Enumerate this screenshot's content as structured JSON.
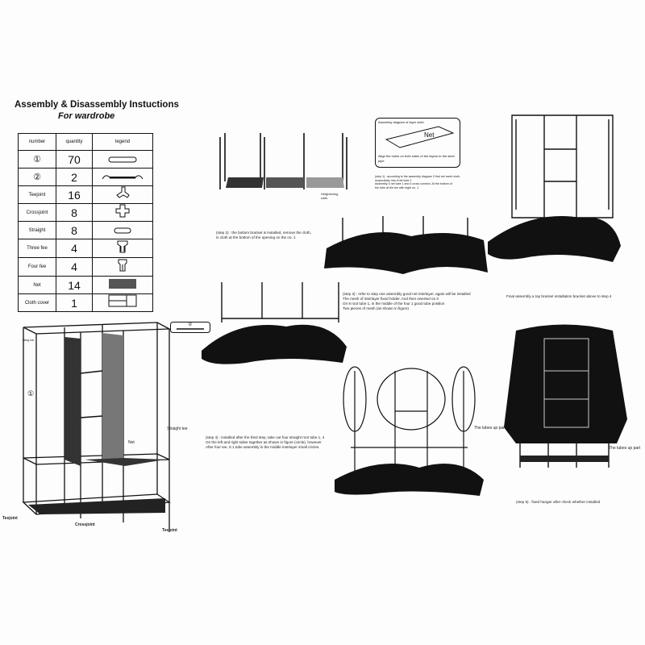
{
  "header": {
    "title": "Assembly & Disassembly Instuctions",
    "subtitle": "For wardrobe"
  },
  "parts_table": {
    "columns": [
      "number",
      "quantity",
      "legend"
    ],
    "rows": [
      {
        "number": "①",
        "quantity": "70",
        "legend_icon": "long-tube-icon"
      },
      {
        "number": "②",
        "quantity": "2",
        "legend_icon": "hanger-rod-icon"
      },
      {
        "number": "Teejoint",
        "quantity": "16",
        "legend_icon": "tee-joint-icon"
      },
      {
        "number": "Crossjoint",
        "quantity": "8",
        "legend_icon": "cross-joint-icon"
      },
      {
        "number": "Straight",
        "quantity": "8",
        "legend_icon": "straight-tube-icon"
      },
      {
        "number": "Three fee",
        "quantity": "4",
        "legend_icon": "three-foot-icon"
      },
      {
        "number": "Four fee",
        "quantity": "4",
        "legend_icon": "four-foot-icon"
      },
      {
        "number": "Net",
        "quantity": "14",
        "legend_icon": "net-icon"
      },
      {
        "number": "Cloth cover",
        "quantity": "1",
        "legend_icon": "cloth-cover-icon"
      }
    ]
  },
  "wardrobe_diagram": {
    "hang_label": "Hang bar",
    "tube_label": "①",
    "rod_label": "②",
    "straight_label": "Straight tee",
    "net_label": "Net",
    "teejoint_left": "Teejoint",
    "crossjoint": "Crossjoint",
    "teejoint_right": "Teejoint"
  },
  "steps": {
    "step1_box_title": "Assembly diagram of layer cloth",
    "step1_box_net": "Net",
    "step1_box_note": "Align the holes on both sides of the layers to the steel pipe",
    "step1_caption": [
      "(step 1) : according to the assembly diagram 3 find net mesh cloth,",
      "respectively into it net tube 1",
      "Assembly 4 net tube 1 and 4 cross connect. At the bottom of",
      "the tube at the tee with eight no. 1"
    ],
    "step2_label": "Heightening nails",
    "step2_caption": [
      "(step 2) : the bottom bracket is installed, remove the cloth,",
      "in cloth at the bottom of the opening on the no. 1"
    ],
    "step3_caption": [
      "(step 3) : refer to step one assembly good net interlayer, again will be installed",
      "The mesh of interlayer fixed holder, And then inserted on it",
      "On 8 root tube 1, in the middle of the four 1 good tube position",
      "Two pieces of mesh (as shown in figure)"
    ],
    "final_caption": "Final assembly a top bracket installation bracket above to step 4",
    "step4_caption": [
      "(step 4) : installed after the third step, take out four straight root tube 1, 4",
      "On the left and right sides together as shown in figure (circle), however",
      "After four tee, 8 1 tube assembly in the middle interlayer small circles."
    ],
    "tubes_up_left": "The tubes up part",
    "tubes_up_right": "The tubes up part",
    "step5_caption": "(step 5) : fixed hanger after check whether installed"
  },
  "colors": {
    "ink": "#111111",
    "paper": "#fdfdfd",
    "net": "#555555"
  }
}
